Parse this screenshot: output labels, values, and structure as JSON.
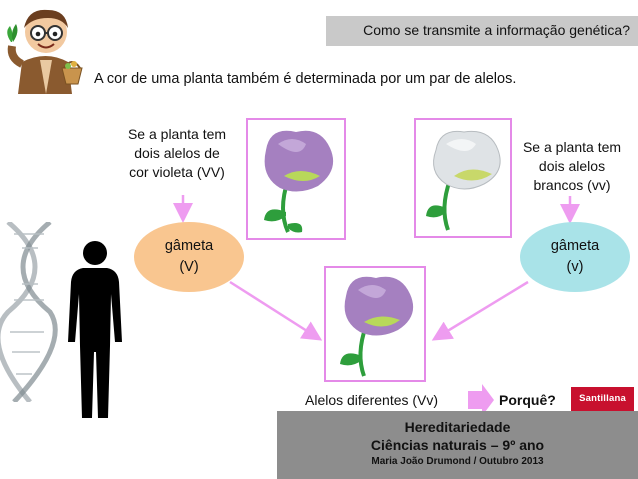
{
  "header": {
    "title": "Como se transmite a informação genética?"
  },
  "intro": {
    "text": "A cor de uma planta também é determinada por um par de alelos."
  },
  "left": {
    "caption_lines": [
      "Se a planta tem",
      "dois alelos de",
      "cor violeta (VV)"
    ],
    "gamete_lines": [
      "gâmeta",
      "(V)"
    ]
  },
  "right": {
    "caption_lines": [
      "Se a planta tem",
      "dois alelos",
      "brancos (vv)"
    ],
    "gamete_lines": [
      "gâmeta",
      "(v)"
    ]
  },
  "result": {
    "label": "Alelos diferentes (Vv)",
    "question": "Porquê?"
  },
  "footer": {
    "line1": "Hereditariedade",
    "line2": "Ciências naturais – 9º ano",
    "line3": "Maria João Drumond / Outubro 2013"
  },
  "logo": {
    "text": "Santillana"
  },
  "colors": {
    "frame_border": "#e48ae8",
    "arrow_pink": "#ee9cf0",
    "gamete_left": "#f9c690",
    "gamete_right": "#a9e3e8",
    "violet_flower": "#a580c0",
    "white_flower": "#dfe3e6",
    "title_bar": "#c9c9c9",
    "footer_bar": "#8d8d8d",
    "logo_red": "#c8102e"
  }
}
